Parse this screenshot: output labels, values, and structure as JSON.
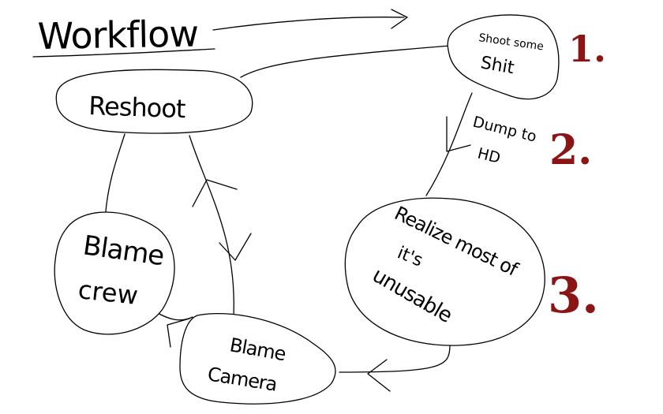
{
  "title": "Workflow",
  "colors": {
    "ink": "#000000",
    "step_number": "#8b1414",
    "background": "#ffffff"
  },
  "nodes": {
    "shoot": {
      "lines": [
        "Shoot some",
        "Shit"
      ]
    },
    "reshoot": {
      "lines": [
        "Reshoot"
      ]
    },
    "realize": {
      "lines": [
        "Realize most of",
        "it's",
        "unusable"
      ]
    },
    "blame_crew": {
      "lines": [
        "Blame",
        "crew"
      ]
    },
    "blame_camera": {
      "lines": [
        "Blame",
        "Camera"
      ]
    }
  },
  "edge_labels": {
    "dump": [
      "Dump to",
      "HD"
    ]
  },
  "steps": [
    "1.",
    "2.",
    "3."
  ]
}
